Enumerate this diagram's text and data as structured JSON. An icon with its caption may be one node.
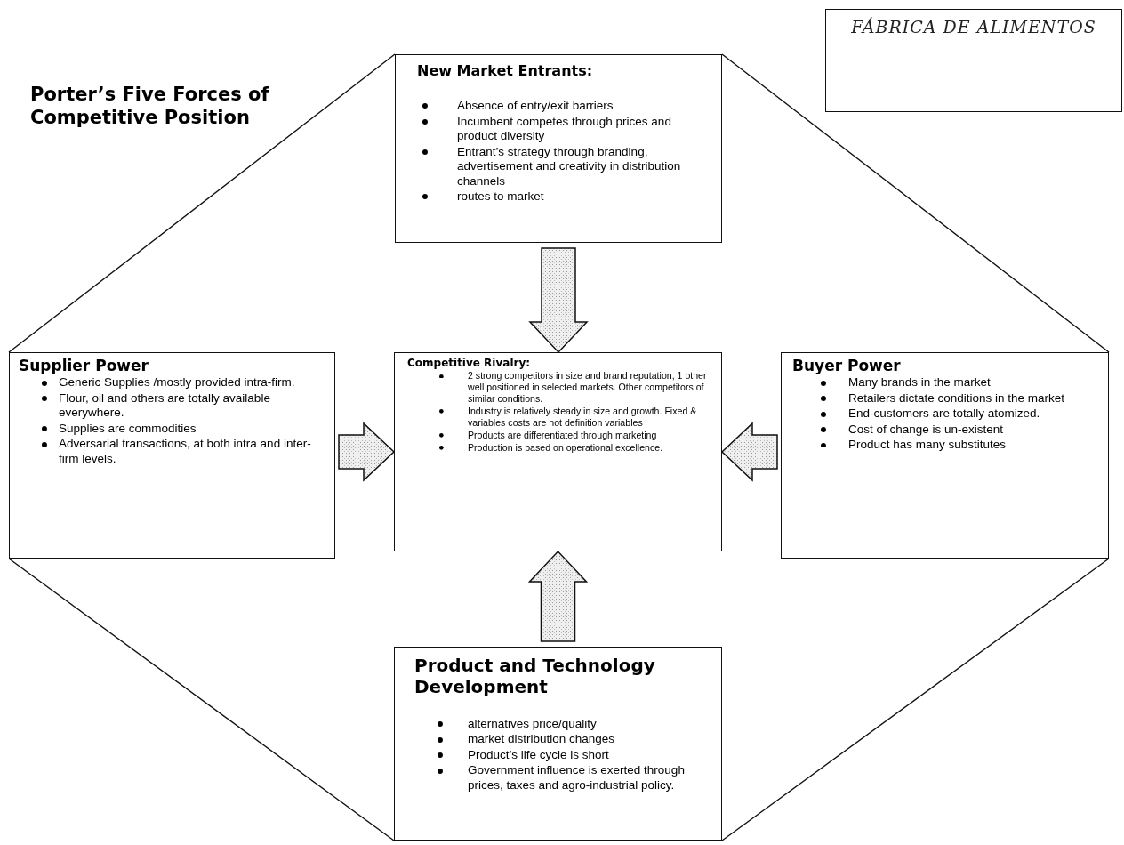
{
  "diagram": {
    "title": "Porter’s Five Forces of Competitive Position",
    "nodes": [
      {
        "text": [
          "New Market Entrants:",
          "Absence of entry/exit barriers",
          "Incumbent competes through prices and product diversity",
          "Entrant’s strategy through branding, advertisement and creativity in distribution channels",
          "routes to market"
        ]
      },
      {
        "text": [
          "FÁBRICA DE ALIMENTOS"
        ]
      },
      {
        "text": [
          "Supplier Power",
          "Generic Supplies /mostly provided intra-firm.",
          "Flour, oil and others are totally available everywhere.",
          "Supplies are commodities",
          "Adversarial transactions, at both intra and inter-firm levels."
        ]
      },
      {
        "text": [
          "Competitive Rivalry:",
          "2 strong competitors in size and brand reputation, 1 other  well positioned in selected markets. Other competitors of similar conditions.",
          "Industry is relatively steady in size and growth. Fixed & variables costs are not definition variables",
          "Products are differentiated through marketing",
          "Production is based on operational excellence."
        ]
      },
      {
        "text": [
          "Buyer Power",
          "Many brands in the market",
          "Retailers dictate conditions in the market",
          "End-customers are totally atomized.",
          "Cost of change is un-existent",
          "Product has many substitutes"
        ]
      },
      {
        "text": [
          "Product and Technology Development",
          "alternatives price/quality",
          "market distribution changes",
          "Product’s life cycle is short",
          "Government influence is exerted through prices, taxes and agro-industrial policy."
        ]
      }
    ],
    "edges": [
      {
        "from": 0,
        "to": 3,
        "arrow": "to",
        "style": "thick"
      },
      {
        "from": 2,
        "to": 3,
        "arrow": "to",
        "style": "thick"
      },
      {
        "from": 4,
        "to": 3,
        "arrow": "to",
        "style": "thick"
      },
      {
        "from": 5,
        "to": 3,
        "arrow": "to",
        "style": "thick"
      },
      {
        "from": 0,
        "to": 2,
        "arrow": "none"
      },
      {
        "from": 0,
        "to": 4,
        "arrow": "none"
      },
      {
        "from": 2,
        "to": 5,
        "arrow": "none"
      },
      {
        "from": 4,
        "to": 5,
        "arrow": "none"
      }
    ]
  }
}
